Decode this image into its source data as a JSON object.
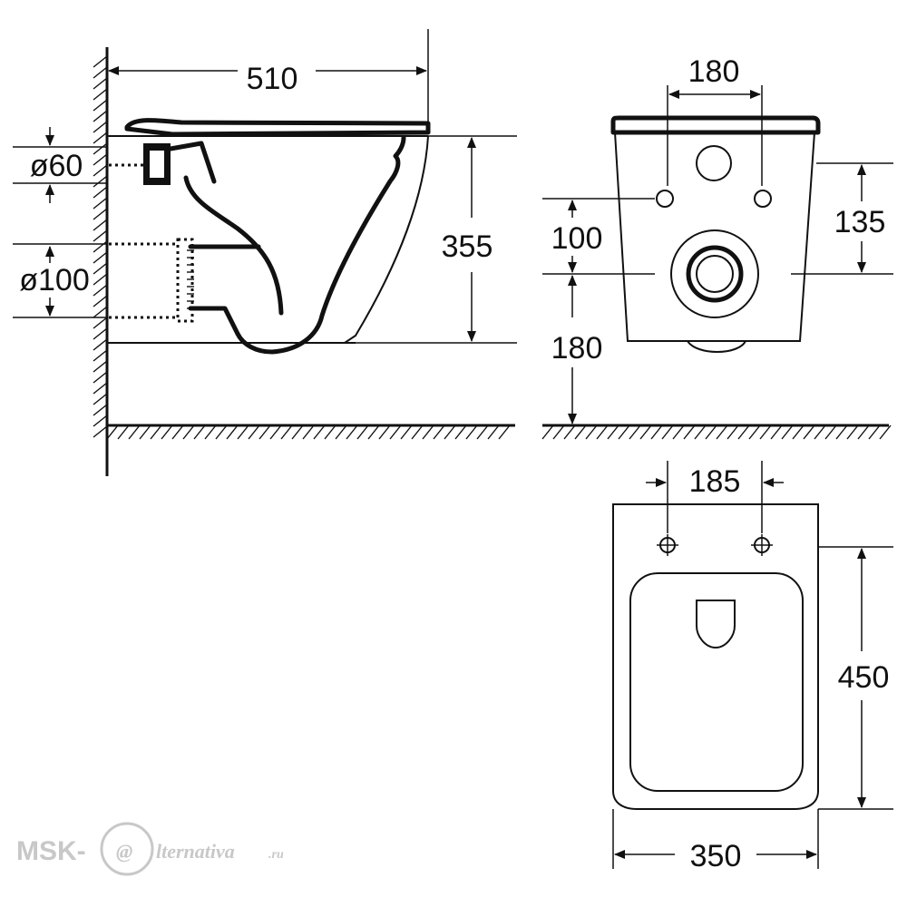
{
  "side_view": {
    "dim_depth": "510",
    "dim_height": "355",
    "dim_inlet": "ø60",
    "dim_outlet": "ø100"
  },
  "front_view": {
    "dim_bolt_spacing": "180",
    "dim_bolt_to_outlet": "100",
    "dim_outlet_height": "180",
    "dim_inlet_offset": "135"
  },
  "top_view": {
    "dim_hole_spacing": "185",
    "dim_length": "450",
    "dim_width": "350"
  },
  "watermark": {
    "brand": "MSK-",
    "logo_letter": "@",
    "tail": "lternativa",
    "domain": ".ru"
  }
}
